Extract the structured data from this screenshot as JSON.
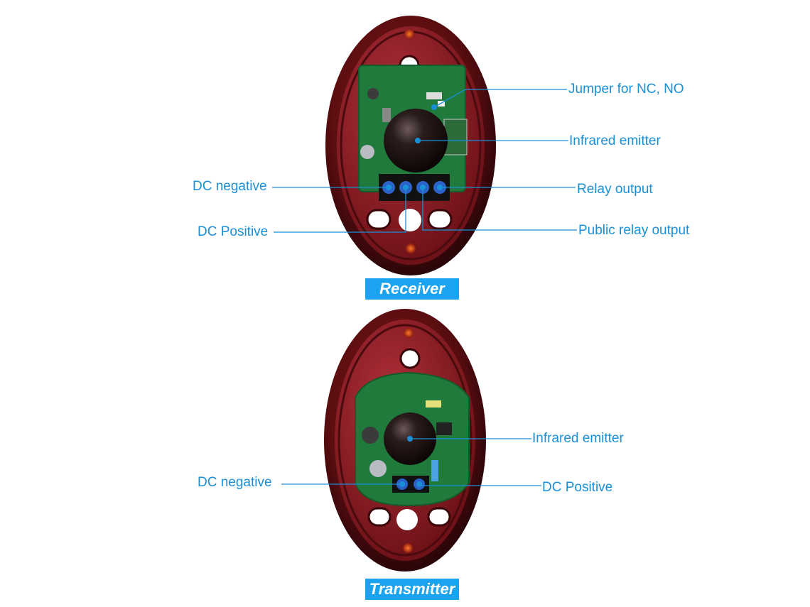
{
  "colors": {
    "accent": "#1a8fd6",
    "badge": "#1aa3ee",
    "housing": "#5a0d10",
    "pcb": "#1f7a3c",
    "terminal": "#2a62c9"
  },
  "receiver": {
    "badge_label": "Receiver",
    "callouts": {
      "jumper": "Jumper for NC, NO",
      "infrared": "Infrared emitter",
      "dc_negative": "DC negative",
      "relay_output": "Relay output",
      "dc_positive": "DC Positive",
      "public_relay_output": "Public relay output"
    }
  },
  "transmitter": {
    "badge_label": "Transmitter",
    "callouts": {
      "infrared": "Infrared emitter",
      "dc_negative": "DC negative",
      "dc_positive": "DC Positive"
    }
  }
}
